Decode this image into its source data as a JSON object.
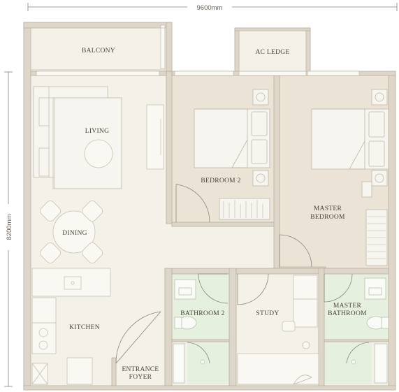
{
  "dimensions": {
    "width_label": "9600mm",
    "height_label": "8200mm"
  },
  "rooms": {
    "balcony": "BALCONY",
    "ac_ledge": "AC LEDGE",
    "living": "LIVING",
    "dining": "DINING",
    "kitchen": "KITCHEN",
    "entrance_line1": "ENTRANCE",
    "entrance_line2": "FOYER",
    "bedroom2": "BEDROOM 2",
    "master_line1": "MASTER",
    "master_line2": "BEDROOM",
    "bathroom2": "BATHROOM 2",
    "study": "STUDY",
    "master_bath_line1": "MASTER",
    "master_bath_line2": "BATHROOM"
  },
  "colors": {
    "floor": "#f4f1e8",
    "bedroom_floor": "#ebe4d6",
    "wet_floor": "#e6f0de",
    "wall": "#d8d1c4",
    "line": "#b8ad9c",
    "door": "#8c8478"
  }
}
